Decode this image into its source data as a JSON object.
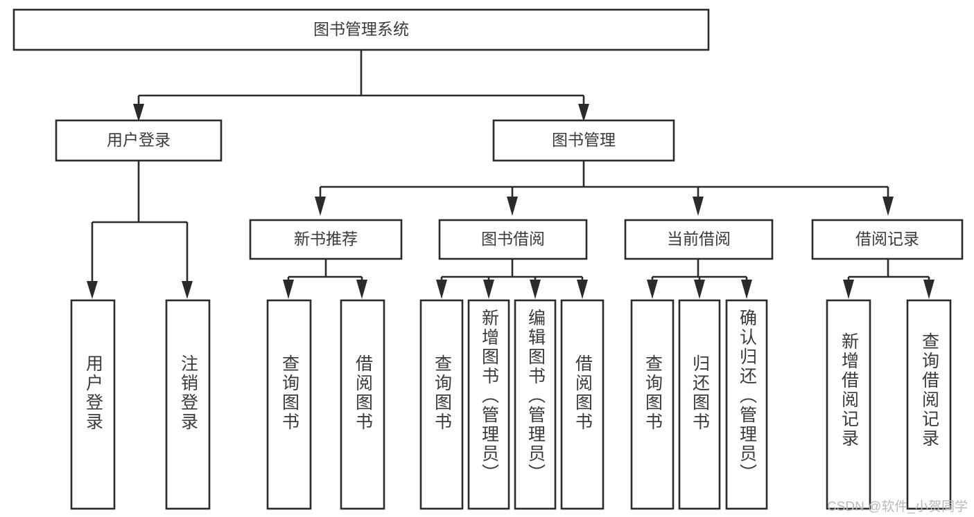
{
  "diagram": {
    "title": "图书管理系统",
    "type": "hierarchy-tree",
    "root": {
      "id": "root",
      "label": "图书管理系统"
    },
    "level1": [
      {
        "id": "user-login",
        "label": "用户登录"
      },
      {
        "id": "book-manage",
        "label": "图书管理"
      }
    ],
    "level2": [
      {
        "id": "new-book-recommend",
        "label": "新书推荐",
        "parent": "book-manage"
      },
      {
        "id": "book-borrow",
        "label": "图书借阅",
        "parent": "book-manage"
      },
      {
        "id": "current-borrow",
        "label": "当前借阅",
        "parent": "book-manage"
      },
      {
        "id": "borrow-record",
        "label": "借阅记录",
        "parent": "book-manage"
      }
    ],
    "leaves": [
      {
        "id": "leaf-user-login",
        "label": "用户登录",
        "parent": "user-login"
      },
      {
        "id": "leaf-logout-login",
        "label": "注销登录",
        "parent": "user-login"
      },
      {
        "id": "leaf-query-book-1",
        "label": "查询图书",
        "parent": "new-book-recommend"
      },
      {
        "id": "leaf-borrow-book-1",
        "label": "借阅图书",
        "parent": "new-book-recommend"
      },
      {
        "id": "leaf-query-book-2",
        "label": "查询图书",
        "parent": "book-borrow"
      },
      {
        "id": "leaf-add-book",
        "label": "新增图书（管理员）",
        "parent": "book-borrow"
      },
      {
        "id": "leaf-edit-book",
        "label": "编辑图书（管理员）",
        "parent": "book-borrow"
      },
      {
        "id": "leaf-borrow-book-2",
        "label": "借阅图书",
        "parent": "book-borrow"
      },
      {
        "id": "leaf-query-book-3",
        "label": "查询图书",
        "parent": "current-borrow"
      },
      {
        "id": "leaf-return-book",
        "label": "归还图书",
        "parent": "current-borrow"
      },
      {
        "id": "leaf-confirm-return",
        "label": "确认归还（管理员）",
        "parent": "current-borrow"
      },
      {
        "id": "leaf-add-record",
        "label": "新增借阅记录",
        "parent": "borrow-record"
      },
      {
        "id": "leaf-query-record",
        "label": "查询借阅记录",
        "parent": "borrow-record"
      }
    ],
    "colors": {
      "stroke": "#2b2b2b",
      "fill": "#ffffff",
      "text": "#3a3a3a",
      "watermark": "#b9b9b9"
    }
  },
  "watermark": {
    "text": "CSDN @软件_小贺同学"
  }
}
